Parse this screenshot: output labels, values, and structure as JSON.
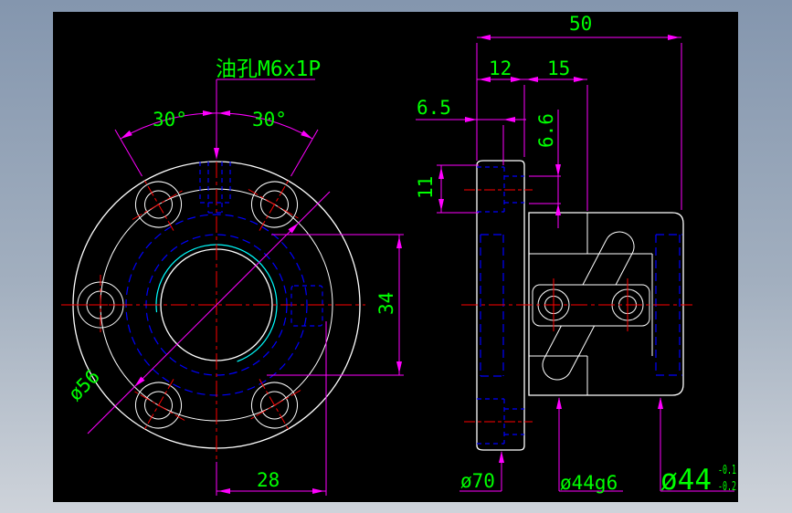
{
  "colors": {
    "background": "#000000",
    "frame_top": "#8496ae",
    "frame_mid": "#a2afbf",
    "frame_bottom": "#ced3da",
    "outline": "#ffffff",
    "hidden": "#0000ff",
    "centerline": "#ff0000",
    "dimension": "#ff00ff",
    "dimension_text": "#00ff00",
    "thread": "#00ffff"
  },
  "front_view": {
    "oil_hole_label": "油孔M6x1P",
    "angle_left": "30°",
    "angle_right": "30°",
    "bolt_circle": "ø56",
    "recess_width": "34",
    "hole_offset": "28"
  },
  "side_view": {
    "overall_length": "50",
    "flange_width": "12",
    "body_step": "15",
    "counterbore_depth": "6.5",
    "hole_diameter": "6.6",
    "counterbore_diameter": "11",
    "flange_diameter": "ø70",
    "pilot_diameter": "ø44g6",
    "bore_diameter": "ø44",
    "bore_tolerance_upper": "-0.1",
    "bore_tolerance_lower": "-0.2"
  }
}
